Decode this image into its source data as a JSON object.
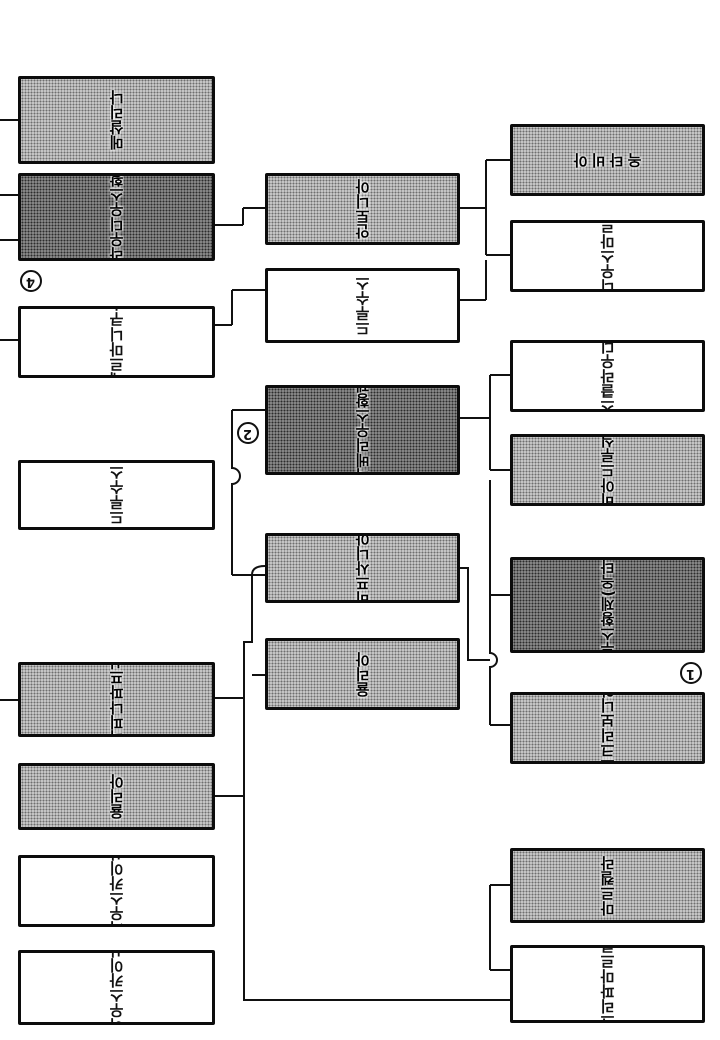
{
  "people": {
    "meshalina": {
      "lines": [
        "메살리나"
      ]
    },
    "claudius": {
      "lines": [
        "클라우디우스",
        "황제"
      ]
    },
    "germanicus": {
      "lines": [
        "게르마니",
        "쿠스"
      ]
    },
    "drusus_left": {
      "lines": [
        "드루수스"
      ]
    },
    "agrippina_pf": {
      "lines": [
        "아그리피나",
        "파프시니아"
      ]
    },
    "julia_left": {
      "lines": [
        "율리아"
      ]
    },
    "lucius": {
      "lines": [
        "루키우스",
        "카이사르"
      ]
    },
    "gaius": {
      "lines": [
        "가이우스",
        "카이사르"
      ]
    },
    "antonia": {
      "lines": [
        "안토니아"
      ]
    },
    "drusus_mid": {
      "lines": [
        "드루수스"
      ]
    },
    "tiberius": {
      "lines": [
        "티베리우스",
        "황제"
      ]
    },
    "vipsania": {
      "lines": [
        "비프",
        "사니아"
      ]
    },
    "julia_mid": {
      "lines": [
        "율리아"
      ]
    },
    "octavia": {
      "lines": [
        "옥",
        "타",
        "비",
        "아"
      ]
    },
    "antonius": {
      "lines": [
        "안토니우스",
        "마르쿠스"
      ]
    },
    "tiberius_nero": {
      "lines": [
        "티베리우스",
        "클라우디",
        "우스",
        "네로"
      ]
    },
    "livia": {
      "lines": [
        "리비아",
        "드루실라"
      ]
    },
    "augustus": {
      "lines": [
        "아우구스투스",
        "황제",
        "(옥타비아누스)"
      ]
    },
    "scribonia": {
      "lines": [
        "스크리",
        "보니아"
      ]
    },
    "marcella": {
      "lines": [
        "마르켈라"
      ]
    },
    "agrippa": {
      "lines": [
        "아그리파",
        "마르쿠스"
      ]
    }
  },
  "markers": {
    "m1": "1",
    "m2": "2",
    "m4": "4"
  },
  "colors": {
    "line": "#111111",
    "border": "#0c0c0c",
    "shade_light": "#cfcfcf",
    "shade_dark": "#9a9a9a"
  }
}
